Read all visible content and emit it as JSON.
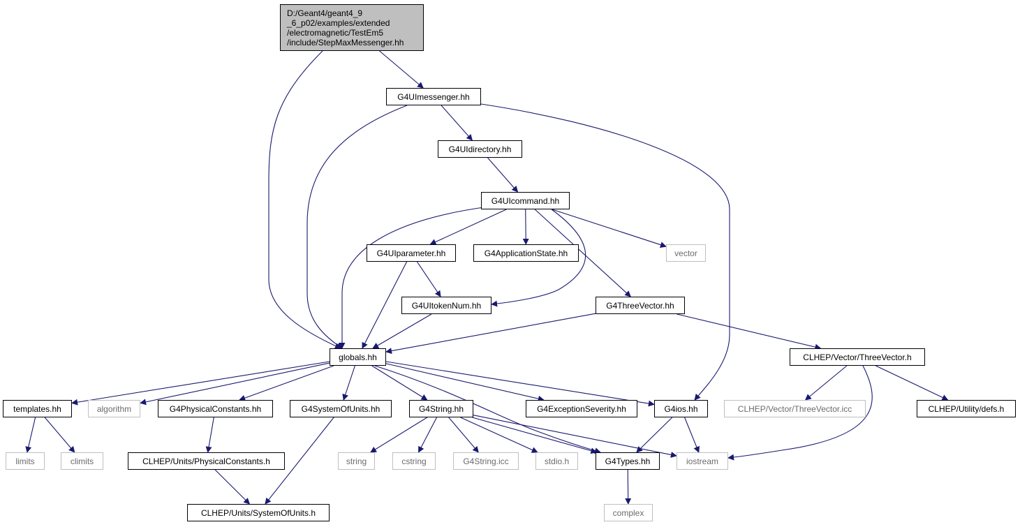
{
  "diagram": {
    "type": "include-dependency-graph",
    "edge_color": "#191970",
    "root": {
      "id": "root",
      "label": "D:/Geant4/geant4_9\n_6_p02/examples/extended\n/electromagnetic/TestEm5\n/include/StepMaxMessenger.hh",
      "fill": "#bfbfbf"
    },
    "nodes": [
      {
        "id": "G4UImessenger.hh",
        "label": "G4UImessenger.hh",
        "external": false
      },
      {
        "id": "G4UIdirectory.hh",
        "label": "G4UIdirectory.hh",
        "external": false
      },
      {
        "id": "G4UIcommand.hh",
        "label": "G4UIcommand.hh",
        "external": false
      },
      {
        "id": "G4UIparameter.hh",
        "label": "G4UIparameter.hh",
        "external": false
      },
      {
        "id": "G4ApplicationState.hh",
        "label": "G4ApplicationState.hh",
        "external": false
      },
      {
        "id": "vector",
        "label": "vector",
        "external": true
      },
      {
        "id": "G4UItokenNum.hh",
        "label": "G4UItokenNum.hh",
        "external": false
      },
      {
        "id": "G4ThreeVector.hh",
        "label": "G4ThreeVector.hh",
        "external": false
      },
      {
        "id": "globals.hh",
        "label": "globals.hh",
        "external": false
      },
      {
        "id": "CLHEP/Vector/ThreeVector.h",
        "label": "CLHEP/Vector/ThreeVector.h",
        "external": false
      },
      {
        "id": "templates.hh",
        "label": "templates.hh",
        "external": false
      },
      {
        "id": "algorithm",
        "label": "algorithm",
        "external": true
      },
      {
        "id": "G4PhysicalConstants.hh",
        "label": "G4PhysicalConstants.hh",
        "external": false
      },
      {
        "id": "G4SystemOfUnits.hh",
        "label": "G4SystemOfUnits.hh",
        "external": false
      },
      {
        "id": "G4String.hh",
        "label": "G4String.hh",
        "external": false
      },
      {
        "id": "G4ExceptionSeverity.hh",
        "label": "G4ExceptionSeverity.hh",
        "external": false
      },
      {
        "id": "G4ios.hh",
        "label": "G4ios.hh",
        "external": false
      },
      {
        "id": "CLHEP/Vector/ThreeVector.icc",
        "label": "CLHEP/Vector/ThreeVector.icc",
        "external": true
      },
      {
        "id": "CLHEP/Utility/defs.h",
        "label": "CLHEP/Utility/defs.h",
        "external": false
      },
      {
        "id": "limits",
        "label": "limits",
        "external": true
      },
      {
        "id": "climits",
        "label": "climits",
        "external": true
      },
      {
        "id": "CLHEP/Units/PhysicalConstants.h",
        "label": "CLHEP/Units/PhysicalConstants.h",
        "external": false
      },
      {
        "id": "string",
        "label": "string",
        "external": true
      },
      {
        "id": "cstring",
        "label": "cstring",
        "external": true
      },
      {
        "id": "G4String.icc",
        "label": "G4String.icc",
        "external": true
      },
      {
        "id": "stdio.h",
        "label": "stdio.h",
        "external": true
      },
      {
        "id": "G4Types.hh",
        "label": "G4Types.hh",
        "external": false
      },
      {
        "id": "iostream",
        "label": "iostream",
        "external": true
      },
      {
        "id": "CLHEP/Units/SystemOfUnits.h",
        "label": "CLHEP/Units/SystemOfUnits.h",
        "external": false
      },
      {
        "id": "complex",
        "label": "complex",
        "external": true
      }
    ],
    "edges": [
      [
        "root",
        "G4UImessenger.hh"
      ],
      [
        "root",
        "globals.hh"
      ],
      [
        "G4UImessenger.hh",
        "G4UIdirectory.hh"
      ],
      [
        "G4UImessenger.hh",
        "globals.hh"
      ],
      [
        "G4UImessenger.hh",
        "G4ios.hh"
      ],
      [
        "G4UIdirectory.hh",
        "G4UIcommand.hh"
      ],
      [
        "G4UIcommand.hh",
        "globals.hh"
      ],
      [
        "G4UIcommand.hh",
        "G4UIparameter.hh"
      ],
      [
        "G4UIcommand.hh",
        "G4ApplicationState.hh"
      ],
      [
        "G4UIcommand.hh",
        "vector"
      ],
      [
        "G4UIcommand.hh",
        "G4UItokenNum.hh"
      ],
      [
        "G4UIcommand.hh",
        "G4ThreeVector.hh"
      ],
      [
        "G4UIparameter.hh",
        "globals.hh"
      ],
      [
        "G4UIparameter.hh",
        "G4UItokenNum.hh"
      ],
      [
        "G4UItokenNum.hh",
        "globals.hh"
      ],
      [
        "G4ThreeVector.hh",
        "globals.hh"
      ],
      [
        "G4ThreeVector.hh",
        "CLHEP/Vector/ThreeVector.h"
      ],
      [
        "globals.hh",
        "templates.hh"
      ],
      [
        "globals.hh",
        "algorithm"
      ],
      [
        "globals.hh",
        "G4PhysicalConstants.hh"
      ],
      [
        "globals.hh",
        "G4SystemOfUnits.hh"
      ],
      [
        "globals.hh",
        "G4String.hh"
      ],
      [
        "globals.hh",
        "G4ExceptionSeverity.hh"
      ],
      [
        "globals.hh",
        "G4ios.hh"
      ],
      [
        "globals.hh",
        "G4Types.hh"
      ],
      [
        "CLHEP/Vector/ThreeVector.h",
        "CLHEP/Vector/ThreeVector.icc"
      ],
      [
        "CLHEP/Vector/ThreeVector.h",
        "CLHEP/Utility/defs.h"
      ],
      [
        "CLHEP/Vector/ThreeVector.h",
        "iostream"
      ],
      [
        "templates.hh",
        "limits"
      ],
      [
        "templates.hh",
        "climits"
      ],
      [
        "G4PhysicalConstants.hh",
        "CLHEP/Units/PhysicalConstants.h"
      ],
      [
        "G4SystemOfUnits.hh",
        "CLHEP/Units/SystemOfUnits.h"
      ],
      [
        "G4String.hh",
        "string"
      ],
      [
        "G4String.hh",
        "cstring"
      ],
      [
        "G4String.hh",
        "G4String.icc"
      ],
      [
        "G4String.hh",
        "stdio.h"
      ],
      [
        "G4String.hh",
        "G4Types.hh"
      ],
      [
        "G4String.hh",
        "iostream"
      ],
      [
        "G4ios.hh",
        "G4Types.hh"
      ],
      [
        "G4ios.hh",
        "iostream"
      ],
      [
        "CLHEP/Units/PhysicalConstants.h",
        "CLHEP/Units/SystemOfUnits.h"
      ],
      [
        "G4Types.hh",
        "complex"
      ]
    ]
  }
}
